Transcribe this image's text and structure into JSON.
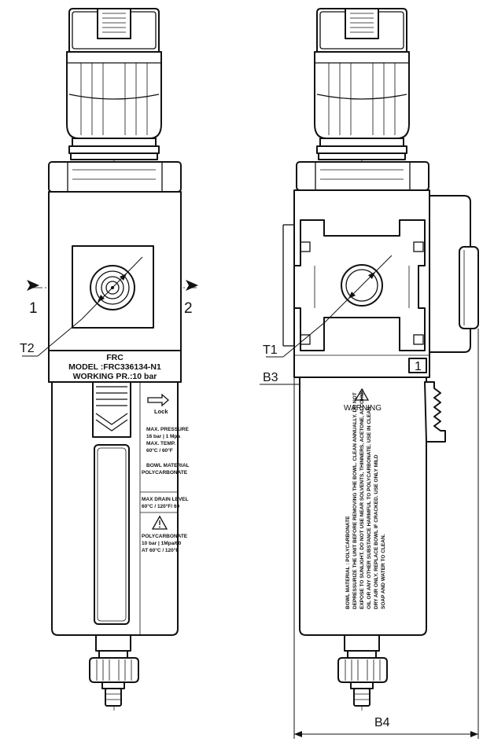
{
  "labels": {
    "port_in": "1",
    "port_out": "2",
    "t2": "T2",
    "t1": "T1",
    "b3": "B3",
    "b4": "B4",
    "bracket_number": "1"
  },
  "nameplate": {
    "line1": "FRC",
    "line2": "MODEL :FRC336134-N1",
    "line3": "WORKING PR.:10 bar"
  },
  "front_bowl_text": {
    "lock": "Lock",
    "max_pressure": "MAX. PRESSURE",
    "pressure_values": "16 bar | 1 Mpa",
    "max_temp": "MAX. TEMP.",
    "temp_values": "60°C / 60°F",
    "bowl_material": "BOWL MATERIAL",
    "polycarbonate": "POLYCARBONATE",
    "max_drain": "MAX DRAIN LEVEL",
    "drain_values": "60°C / 120°F/ 60",
    "poly2": "POLYCARBONATE",
    "poly_rating": "10 bar | 1Mpa/60",
    "poly_temp": "AT 60°C / 120°F"
  },
  "side_bowl_text": {
    "warning": "WARNING",
    "warning_body": [
      "BOWL MATERIAL : POLYCARBONATE",
      "DEPRESSURIZE THE UNIT BEFORE REMOVING THE BOWL. CLEAN ANNUALLY. DO NOT",
      "EXPOSE TO SUNLIGHT. DO NOT USE NEAR SOLVENTS, THINNERS, ACETONE, ALCOHOL",
      "OIL OR ANY OTHER SUBSTANCE HARMFUL TO POLYCARBONATE. USE IN CLEAN",
      "DRY AIR ONLY. REPLACE BOWL IF CRACKED. USE ONLY MILD"
    ],
    "warning_tail": "SOAP AND WATER TO CLEAN."
  },
  "colors": {
    "line": "#111111",
    "background": "#ffffff",
    "window_fill": "#d9d9d9"
  },
  "icons": [
    "arrow-right-icon",
    "warning-triangle-icon"
  ]
}
